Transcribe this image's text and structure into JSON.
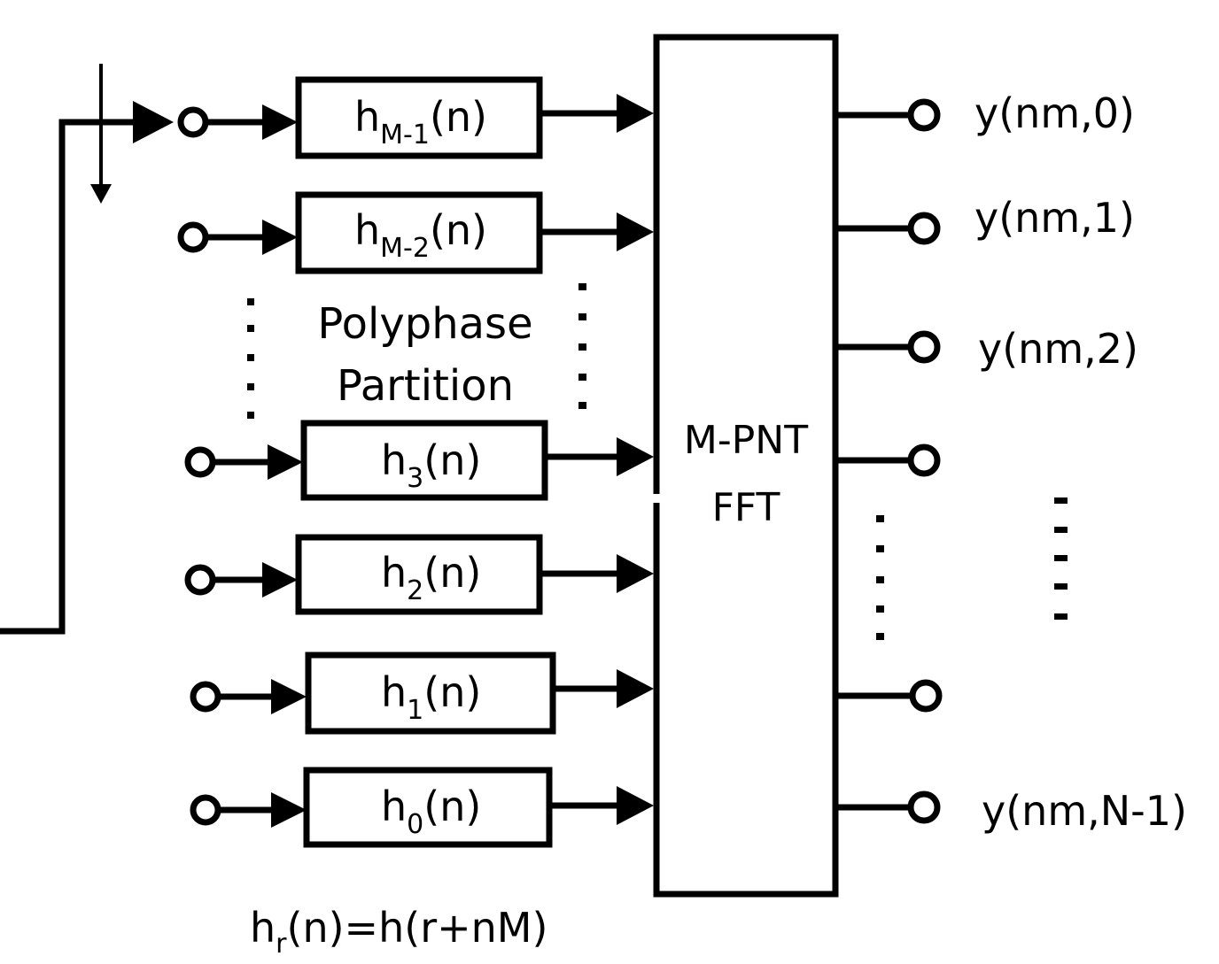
{
  "filters": [
    {
      "base": "h",
      "sub": "M-1",
      "arg": "(n)"
    },
    {
      "base": "h",
      "sub": "M-2",
      "arg": "(n)"
    },
    {
      "base": "h",
      "sub": "3",
      "arg": "(n)"
    },
    {
      "base": "h",
      "sub": "2",
      "arg": "(n)"
    },
    {
      "base": "h",
      "sub": "1",
      "arg": "(n)"
    },
    {
      "base": "h",
      "sub": "0",
      "arg": "(n)"
    }
  ],
  "partition_label": {
    "line1": "Polyphase",
    "line2": "Partition"
  },
  "fft_label": {
    "line1": "M-PNT",
    "line2": "FFT"
  },
  "outputs": [
    "y(nm,0)",
    "y(nm,1)",
    "y(nm,2)",
    "y(nm,N-1)"
  ],
  "formula": {
    "lhs_base": "h",
    "lhs_sub": "r",
    "rest": "(n)=h(r+nM)"
  }
}
